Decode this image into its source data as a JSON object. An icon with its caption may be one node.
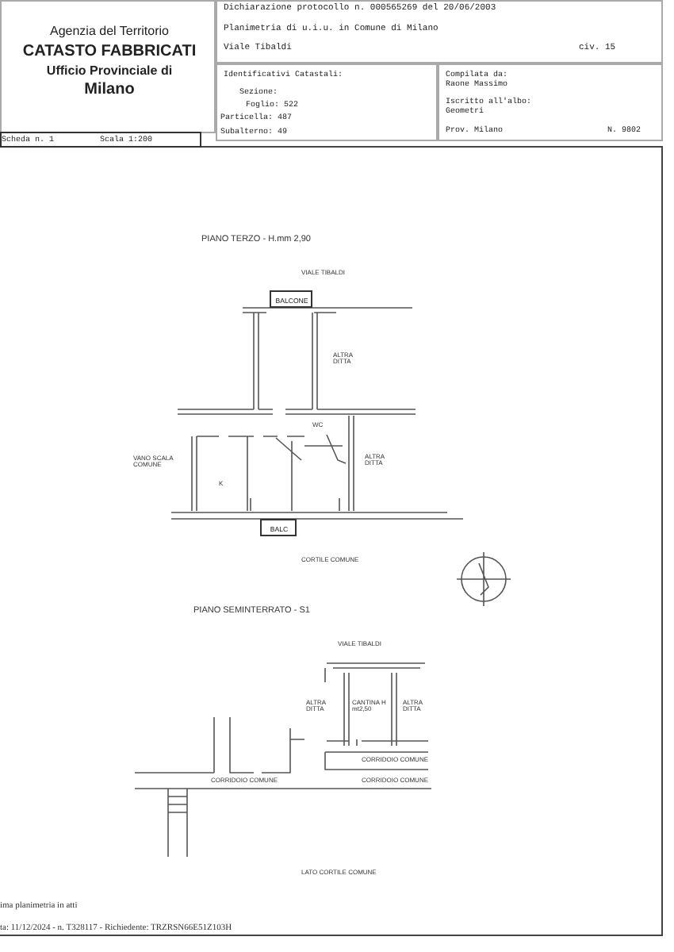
{
  "diagram": {
    "nodes": [
      {
        "text": [
          "Agenzia del Territorio",
          "CATASTO FABBRICATI",
          "Ufficio Provinciale di",
          "Milano"
        ]
      },
      {
        "text": [
          "Dichiarazione protocollo n. 000565269 del 20/06/2003",
          "Planimetria di u.i.u. in Comune di Milano",
          "Viale Tibaldi",
          "civ. 15"
        ]
      },
      {
        "text": [
          "Identificativi Catastali:",
          "Sezione:",
          "Foglio: 522",
          "Particella: 487",
          "Subalterno: 49"
        ]
      },
      {
        "text": [
          "Compilata da:",
          "Raone Massimo",
          "Iscritto all'albo:",
          "Geometri",
          "Prov. Milano",
          "N. 9802"
        ]
      },
      {
        "text": [
          "Scheda n. 1",
          "Scala 1:200"
        ]
      },
      {
        "text": [
          "BALCONE"
        ]
      },
      {
        "text": [
          "BALC"
        ]
      }
    ],
    "edges": [],
    "labels": [
      "PIANO TERZO - H.mm 2,90",
      "VIALE TIBALDI",
      "ALTRA DITTA",
      "VANO SCALA COMUNE",
      "WC",
      "K",
      "ALTRA DITTA",
      "CORTILE COMUNE",
      "PIANO SEMINTERRATO - S1",
      "VIALE TIBALDI",
      "ALTRA DITTA",
      "CANTINA H mt2,50",
      "ALTRA DITTA",
      "CORRIDOIO COMUNE",
      "CORRIDOIO COMUNE",
      "CORRIDOIO COMUNE",
      "LATO CORTILE COMUNE",
      "ima planimetria in atti",
      "ta: 11/12/2024 - n. T328117 - Richiedente: TRZRSN66E51Z103H"
    ]
  }
}
